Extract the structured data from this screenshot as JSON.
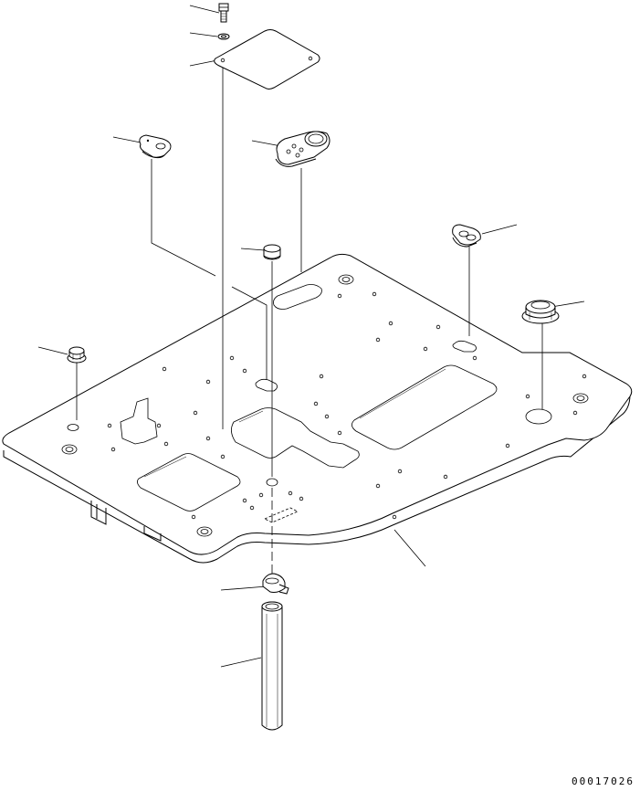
{
  "drawing_number": "00017026",
  "colors": {
    "line": "#000000",
    "background": "#ffffff"
  },
  "parts": [
    {
      "name": "bolt",
      "callout": true
    },
    {
      "name": "washer",
      "callout": true
    },
    {
      "name": "cover-plate",
      "callout": true
    },
    {
      "name": "grommet-left",
      "callout": true
    },
    {
      "name": "grommet-center",
      "callout": true
    },
    {
      "name": "grommet-right",
      "callout": true
    },
    {
      "name": "plug-small",
      "callout": true
    },
    {
      "name": "plug-left",
      "callout": true
    },
    {
      "name": "plug-right-large",
      "callout": true
    },
    {
      "name": "floor-plate",
      "callout": true
    },
    {
      "name": "clamp",
      "callout": true
    },
    {
      "name": "pipe",
      "callout": true
    }
  ]
}
